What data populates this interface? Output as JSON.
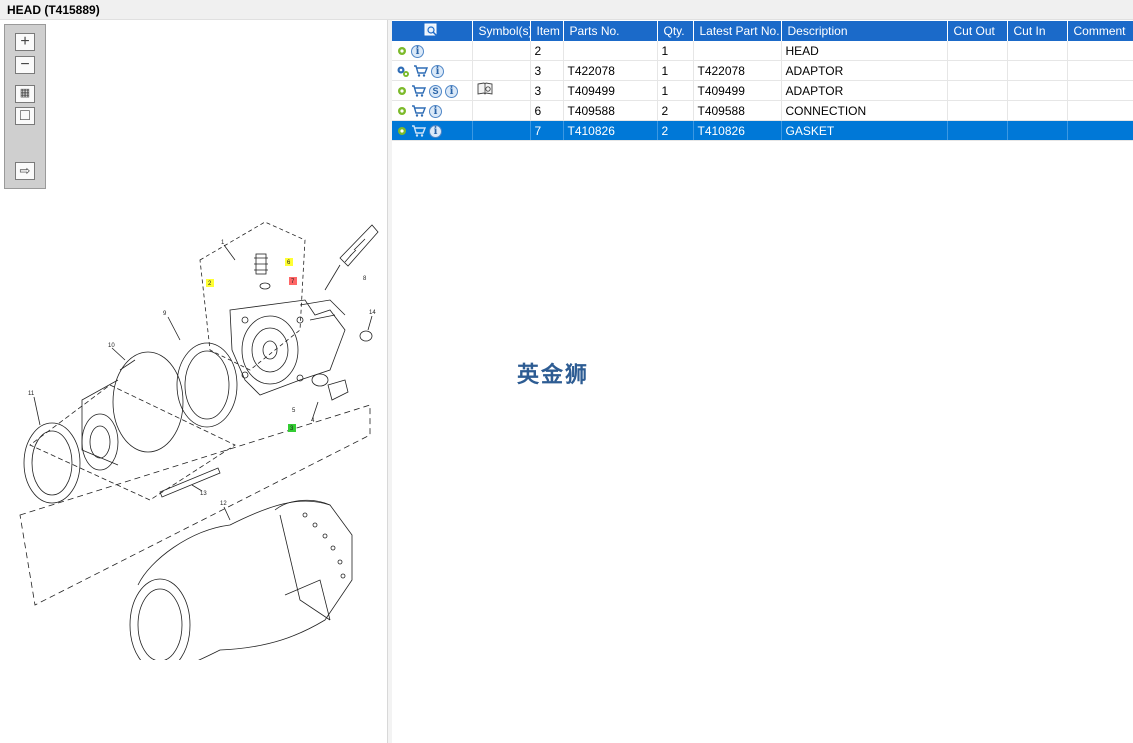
{
  "window": {
    "title": "HEAD (T415889)"
  },
  "toolbar": {
    "zoom_in": "+",
    "zoom_out": "−",
    "fit": "▦",
    "frame": "□",
    "export": "⇨"
  },
  "watermark": "英金狮",
  "table": {
    "columns": [
      "",
      "Symbol(s)",
      "Item",
      "Parts No.",
      "Qty.",
      "Latest Part No.",
      "Description",
      "Cut Out",
      "Cut In",
      "Comment"
    ],
    "rows": [
      {
        "icons": [
          "gear-icon",
          "info-icon"
        ],
        "symbol": "",
        "item": "2",
        "parts_no": "",
        "qty": "1",
        "latest": "",
        "description": "HEAD",
        "cut_out": "",
        "cut_in": "",
        "comment": ""
      },
      {
        "icons": [
          "gears-icon",
          "cart-icon",
          "info-icon"
        ],
        "symbol": "",
        "item": "3",
        "parts_no": "T422078",
        "qty": "1",
        "latest": "T422078",
        "description": "ADAPTOR",
        "cut_out": "",
        "cut_in": "",
        "comment": ""
      },
      {
        "icons": [
          "gear-icon",
          "cart-icon",
          "s-icon",
          "info-icon"
        ],
        "symbol": "book-icon",
        "item": "3",
        "parts_no": "T409499",
        "qty": "1",
        "latest": "T409499",
        "description": "ADAPTOR",
        "cut_out": "",
        "cut_in": "",
        "comment": ""
      },
      {
        "icons": [
          "gear-icon",
          "cart-icon",
          "info-icon"
        ],
        "symbol": "",
        "item": "6",
        "parts_no": "T409588",
        "qty": "2",
        "latest": "T409588",
        "description": "CONNECTION",
        "cut_out": "",
        "cut_in": "",
        "comment": ""
      },
      {
        "icons": [
          "gear-icon",
          "cart-icon",
          "info-icon"
        ],
        "symbol": "",
        "item": "7",
        "parts_no": "T410826",
        "qty": "2",
        "latest": "T410826",
        "description": "GASKET",
        "cut_out": "",
        "cut_in": "",
        "comment": "",
        "selected": true
      }
    ]
  },
  "diagram": {
    "labels": [
      "1",
      "2",
      "3",
      "4",
      "5",
      "6",
      "7",
      "8",
      "9",
      "10",
      "11",
      "12",
      "13",
      "14"
    ],
    "highlight_yellow": "#ffff33",
    "highlight_red": "#ff6666",
    "highlight_green": "#33cc33"
  },
  "colors": {
    "header": "#1b6ac9",
    "selected": "#0078d7"
  }
}
